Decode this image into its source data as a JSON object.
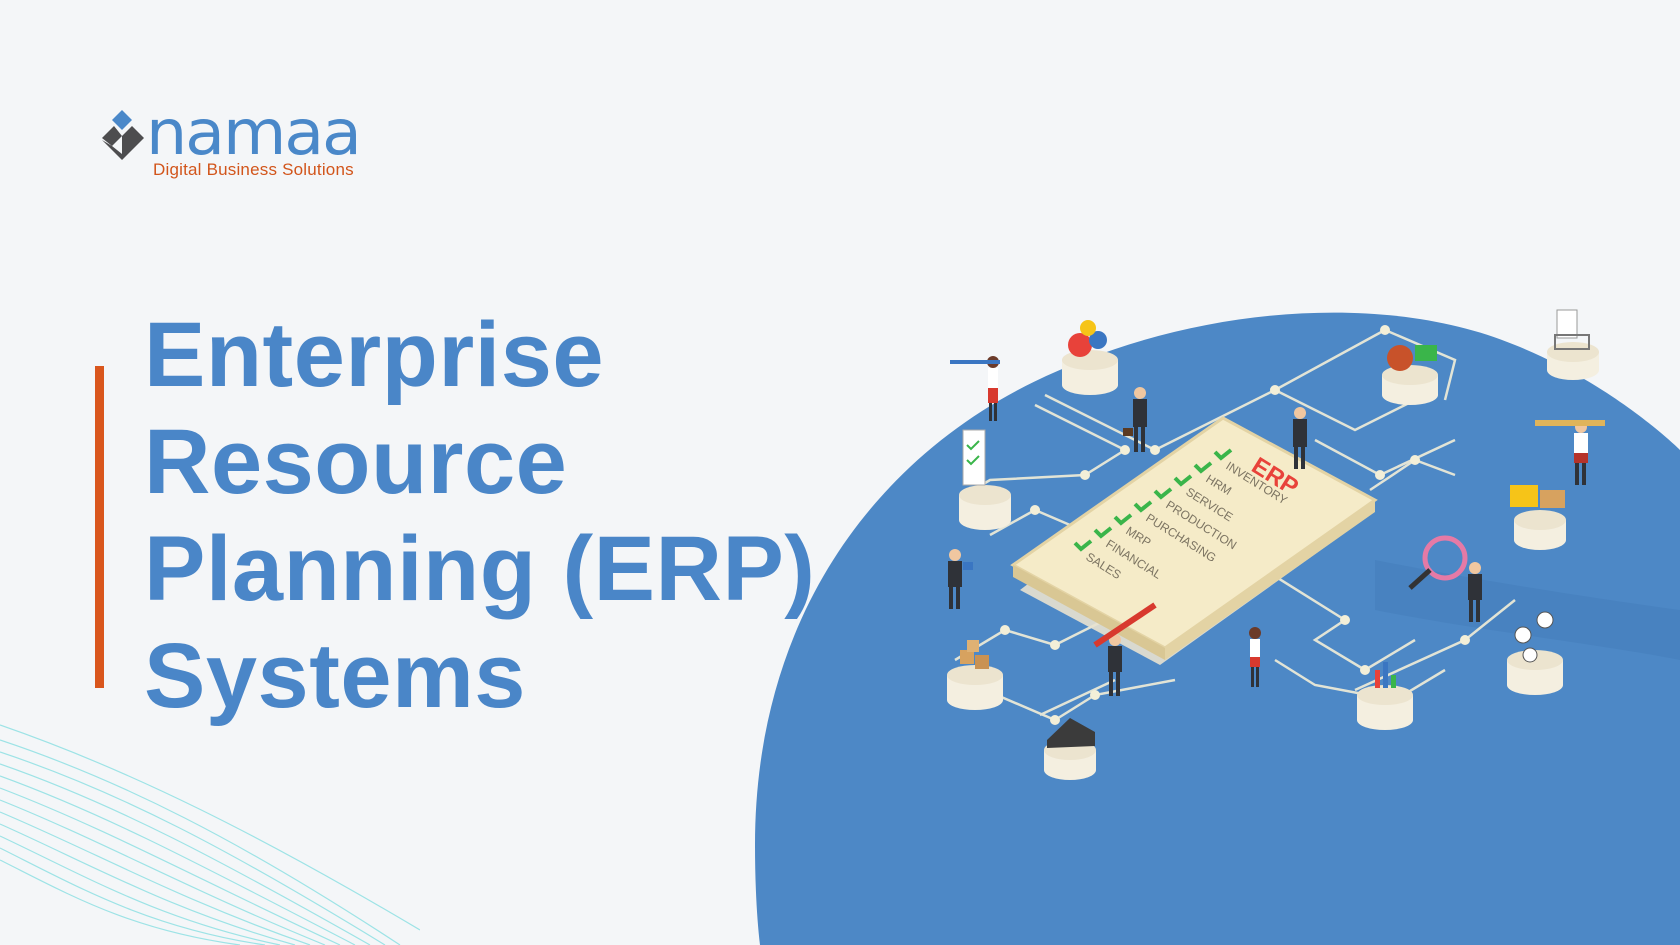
{
  "brand": {
    "name": "namaa",
    "tagline": "Digital Business Solutions",
    "colors": {
      "primary": "#4a86c8",
      "accent": "#d9561d",
      "dark": "#4d4d4f"
    }
  },
  "hero": {
    "title_lines": [
      "Enterprise",
      "Resource",
      "Planning (ERP)",
      "Systems"
    ]
  },
  "illustration": {
    "card_title": "ERP",
    "modules": [
      "INVENTORY",
      "HRM",
      "SERVICE",
      "PRODUCTION",
      "PURCHASING",
      "MRP",
      "FINANCIAL",
      "SALES"
    ],
    "icons": [
      "gears-icon",
      "money-bag-icon",
      "shopping-cart-icon",
      "checklist-icon",
      "forklift-icon",
      "magnifier-icon",
      "network-icon",
      "chart-icon",
      "warehouse-icon",
      "boxes-icon"
    ]
  }
}
